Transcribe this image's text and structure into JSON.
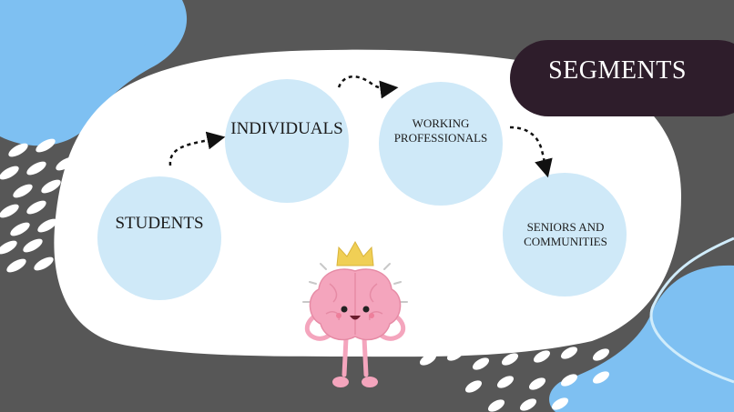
{
  "slide": {
    "title": "SEGMENTS",
    "segments": [
      "STUDENTS",
      "INDIVIDUALS",
      "WORKING PROFESSIONALS",
      "SENIORS AND COMMUNITIES"
    ],
    "mascot_icon": "brain-with-crown-icon"
  },
  "colors": {
    "background": "#575757",
    "panel": "#ffffff",
    "circle_fill": "#cfe9f8",
    "accent_blue": "#7ec0f2",
    "title_bg": "#2e1d2b",
    "brain_pink": "#f4a5bd",
    "crown_gold": "#f0cf55"
  }
}
